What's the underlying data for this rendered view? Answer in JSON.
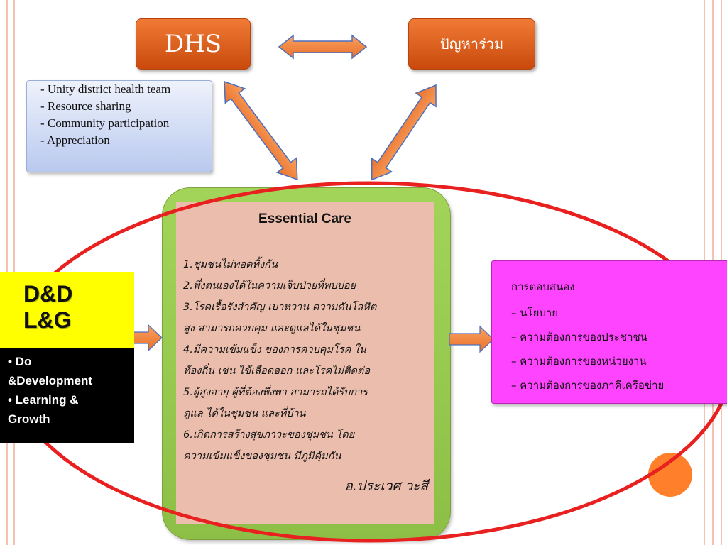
{
  "colors": {
    "background_line": "#f3c2b2",
    "arrow_fill": "#f4873c",
    "arrow_stroke": "#4a6fbf",
    "ellipse": "#e8201f",
    "care_frame": "#9acb50",
    "care_panel": "#ebbdac",
    "response_box": "#ff44ff",
    "dd_header": "#ffff00",
    "dd_body": "#000000",
    "accent_dot": "#ff7f2a"
  },
  "dhs": {
    "label": "DHS"
  },
  "shared_problem": {
    "label": "ปัญหาร่วม"
  },
  "dhs_notes": {
    "items": [
      "- Unity district health team",
      "- Resource sharing",
      "- Community participation",
      "- Appreciation"
    ]
  },
  "essential_care": {
    "title": "Essential Care",
    "lines": [
      "1.ชุมชนไม่ทอดทิ้งกัน",
      "2.พึ่งตนเองได้ในความเจ็บป่วยที่พบบ่อย",
      "3.โรคเรื้อรังสำคัญ เบาหวาน ความดันโลหิต",
      "สูง สามารถควบคุม และดูแลได้ในชุมชน",
      "4.มีความเข้มแข็ง ของการควบคุมโรค ใน",
      "ท้องถิ่น  เช่น ไข้เลือดออก  และโรคไม่ติดต่อ",
      "5.ผู้สูงอายุ ผู้ที่ต้องพึ่งพา สามารถได้รับการ",
      "ดูแล ได้ในชุมชน และที่บ้าน",
      "6.เกิดการสร้างสุขภาวะของชุมชน  โดย",
      "ความเข้มแข็งของชุมชน มีภูมิคุ้มกัน"
    ],
    "author": "อ.ประเวศ วะสี"
  },
  "dd_lg": {
    "title_line1": "D&D",
    "title_line2": "L&G",
    "items": [
      "• Do",
      "&Development",
      "• Learning &",
      "Growth"
    ]
  },
  "response": {
    "title": "การตอบสนอง",
    "items": [
      "– นโยบาย",
      "– ความต้องการของประชาชน",
      "– ความต้องการของหน่วยงาน",
      "– ความต้องการของภาคีเครือข่าย"
    ]
  }
}
